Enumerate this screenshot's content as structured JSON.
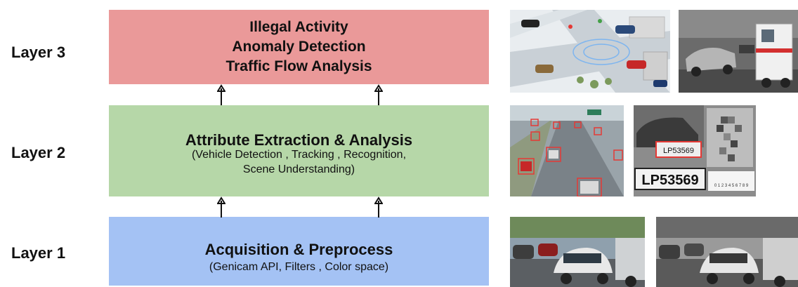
{
  "layers": [
    {
      "label": "Layer 3",
      "lines": [
        "Illegal Activity",
        "Anomaly Detection",
        "Traffic Flow Analysis"
      ]
    },
    {
      "label": "Layer 2",
      "title": "Attribute Extraction & Analysis",
      "subtitle_lines": [
        "(Vehicle Detection , Tracking , Recognition,",
        "Scene Understanding)"
      ]
    },
    {
      "label": "Layer 1",
      "title": "Acquisition & Preprocess",
      "subtitle": "(Genicam API, Filters , Color space)"
    }
  ],
  "images": {
    "smart_intersection": "illustration of a smart traffic intersection",
    "accident": "photo of a car accident with an ambulance",
    "highway_detection": "highway with detected vehicles in red boxes",
    "plate_small": "LP53569",
    "plate_big": "LP53569",
    "plate_chars": "0 1 2 3 4 5 6 7 8 9",
    "traffic_color": "city traffic photo (color)",
    "traffic_gray": "city traffic photo (grayscale)"
  },
  "colors": {
    "layer3": "#ea9999",
    "layer2": "#b6d7a8",
    "layer1": "#a4c2f4"
  }
}
